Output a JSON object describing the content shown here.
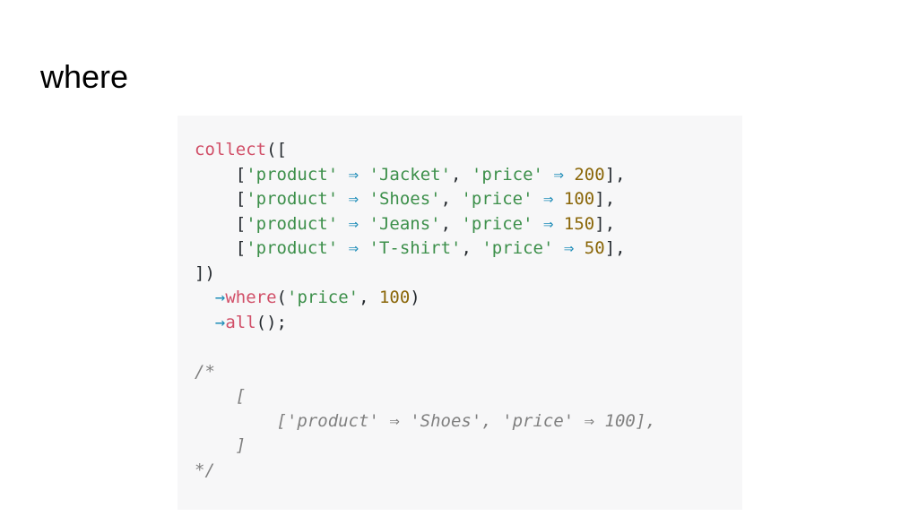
{
  "slide": {
    "title": "where"
  },
  "code": {
    "lines": [
      [
        {
          "t": "collect",
          "k": "fn"
        },
        {
          "t": "([",
          "k": "punct"
        }
      ],
      [
        {
          "t": "    [",
          "k": "punct"
        },
        {
          "t": "'product'",
          "k": "str"
        },
        {
          "t": " ",
          "k": "punct"
        },
        {
          "t": "⇒",
          "k": "arrow"
        },
        {
          "t": " ",
          "k": "punct"
        },
        {
          "t": "'Jacket'",
          "k": "str"
        },
        {
          "t": ", ",
          "k": "punct"
        },
        {
          "t": "'price'",
          "k": "str"
        },
        {
          "t": " ",
          "k": "punct"
        },
        {
          "t": "⇒",
          "k": "arrow"
        },
        {
          "t": " ",
          "k": "punct"
        },
        {
          "t": "200",
          "k": "num"
        },
        {
          "t": "],",
          "k": "punct"
        }
      ],
      [
        {
          "t": "    [",
          "k": "punct"
        },
        {
          "t": "'product'",
          "k": "str"
        },
        {
          "t": " ",
          "k": "punct"
        },
        {
          "t": "⇒",
          "k": "arrow"
        },
        {
          "t": " ",
          "k": "punct"
        },
        {
          "t": "'Shoes'",
          "k": "str"
        },
        {
          "t": ", ",
          "k": "punct"
        },
        {
          "t": "'price'",
          "k": "str"
        },
        {
          "t": " ",
          "k": "punct"
        },
        {
          "t": "⇒",
          "k": "arrow"
        },
        {
          "t": " ",
          "k": "punct"
        },
        {
          "t": "100",
          "k": "num"
        },
        {
          "t": "],",
          "k": "punct"
        }
      ],
      [
        {
          "t": "    [",
          "k": "punct"
        },
        {
          "t": "'product'",
          "k": "str"
        },
        {
          "t": " ",
          "k": "punct"
        },
        {
          "t": "⇒",
          "k": "arrow"
        },
        {
          "t": " ",
          "k": "punct"
        },
        {
          "t": "'Jeans'",
          "k": "str"
        },
        {
          "t": ", ",
          "k": "punct"
        },
        {
          "t": "'price'",
          "k": "str"
        },
        {
          "t": " ",
          "k": "punct"
        },
        {
          "t": "⇒",
          "k": "arrow"
        },
        {
          "t": " ",
          "k": "punct"
        },
        {
          "t": "150",
          "k": "num"
        },
        {
          "t": "],",
          "k": "punct"
        }
      ],
      [
        {
          "t": "    [",
          "k": "punct"
        },
        {
          "t": "'product'",
          "k": "str"
        },
        {
          "t": " ",
          "k": "punct"
        },
        {
          "t": "⇒",
          "k": "arrow"
        },
        {
          "t": " ",
          "k": "punct"
        },
        {
          "t": "'T-shirt'",
          "k": "str"
        },
        {
          "t": ", ",
          "k": "punct"
        },
        {
          "t": "'price'",
          "k": "str"
        },
        {
          "t": " ",
          "k": "punct"
        },
        {
          "t": "⇒",
          "k": "arrow"
        },
        {
          "t": " ",
          "k": "punct"
        },
        {
          "t": "50",
          "k": "num"
        },
        {
          "t": "],",
          "k": "punct"
        }
      ],
      [
        {
          "t": "])",
          "k": "punct"
        }
      ],
      [
        {
          "t": "  ",
          "k": "punct"
        },
        {
          "t": "→",
          "k": "arrow"
        },
        {
          "t": "where",
          "k": "fn"
        },
        {
          "t": "(",
          "k": "punct"
        },
        {
          "t": "'price'",
          "k": "str"
        },
        {
          "t": ", ",
          "k": "punct"
        },
        {
          "t": "100",
          "k": "num"
        },
        {
          "t": ")",
          "k": "punct"
        }
      ],
      [
        {
          "t": "  ",
          "k": "punct"
        },
        {
          "t": "→",
          "k": "arrow"
        },
        {
          "t": "all",
          "k": "fn"
        },
        {
          "t": "();",
          "k": "punct"
        }
      ],
      [],
      [
        {
          "t": "/*",
          "k": "comment"
        }
      ],
      [
        {
          "t": "    [",
          "k": "comment"
        }
      ],
      [
        {
          "t": "        ['product' ⇒ 'Shoes', 'price' ⇒ 100],",
          "k": "comment"
        }
      ],
      [
        {
          "t": "    ]",
          "k": "comment"
        }
      ],
      [
        {
          "t": "*/",
          "k": "comment"
        }
      ]
    ]
  },
  "colors": {
    "panel_background": "#f7f7f8",
    "function": "#d14f68",
    "string": "#3c8f4a",
    "number": "#8a6608",
    "arrow": "#1f8db8",
    "punctuation": "#24292e",
    "comment": "#808080"
  }
}
